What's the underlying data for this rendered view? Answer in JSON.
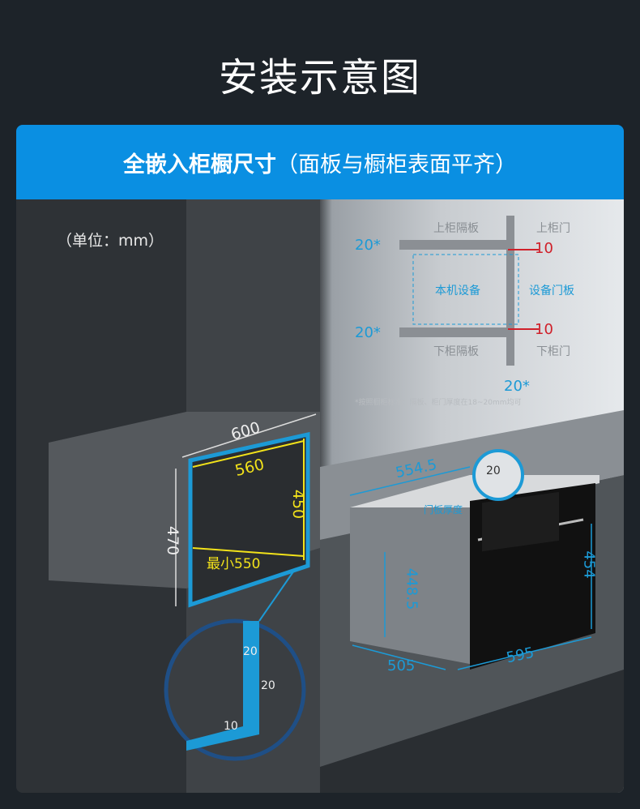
{
  "title": "安装示意图",
  "band": {
    "bold": "全嵌入柜橱尺寸",
    "normal": "（面板与橱柜表面平齐）"
  },
  "unit": "（单位：mm）",
  "schematic": {
    "upper_shelf": "上柜隔板",
    "upper_door": "上柜门",
    "lower_shelf": "下柜隔板",
    "lower_door": "下柜门",
    "device": "本机设备",
    "door_panel": "设备门板",
    "shelf_thickness_top": "20*",
    "shelf_thickness_bottom": "20*",
    "gap_top": "10",
    "gap_bottom": "10",
    "door_thickness": "20*",
    "footnote": "*按照橱柜标准：隔板、柜门厚度在18~20mm均可"
  },
  "cabinet": {
    "outer_width": "600",
    "inner_width": "560",
    "inner_height": "450",
    "outer_height": "470",
    "min_depth": "最小550",
    "detail_a": "20",
    "detail_b": "20",
    "detail_c": "10"
  },
  "oven": {
    "depth_top": "554.5",
    "door_thickness": "20",
    "door_label": "门板厚度",
    "body_height": "448.5",
    "front_height": "454",
    "depth": "505",
    "width": "595"
  },
  "colors": {
    "accent": "#0a8fe2",
    "dimension": "#1c9ad6",
    "highlight": "#f2e21a",
    "gap": "#d0202a"
  }
}
